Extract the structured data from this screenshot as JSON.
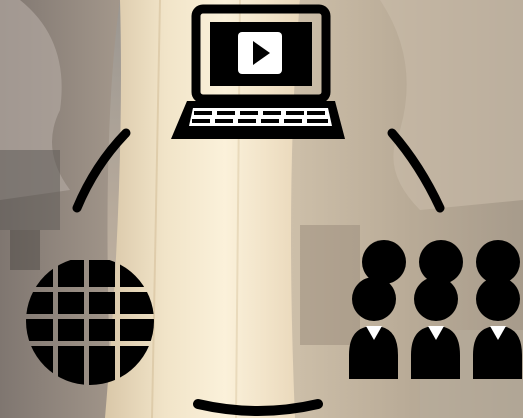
{
  "scene": {
    "background": "cooling-towers-photo",
    "icon_color": "#000000",
    "icons": {
      "top": "laptop-play-icon",
      "left": "globe-icon",
      "right": "people-group-icon"
    },
    "connectors": [
      "arc-top-left",
      "arc-top-right",
      "arc-bottom"
    ]
  }
}
